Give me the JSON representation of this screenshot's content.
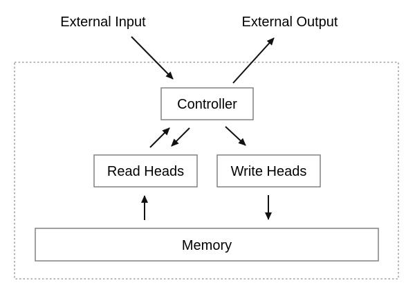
{
  "diagram": {
    "labels": {
      "external_input": "External Input",
      "external_output": "External Output"
    },
    "nodes": {
      "controller": {
        "label": "Controller"
      },
      "read_heads": {
        "label": "Read Heads"
      },
      "write_heads": {
        "label": "Write Heads"
      },
      "memory": {
        "label": "Memory"
      }
    },
    "edges": [
      {
        "from": "external-input",
        "to": "controller",
        "type": "arrow"
      },
      {
        "from": "controller",
        "to": "external-output",
        "type": "arrow"
      },
      {
        "from": "read-heads",
        "to": "controller",
        "type": "arrow"
      },
      {
        "from": "controller",
        "to": "read-heads",
        "type": "arrow"
      },
      {
        "from": "controller",
        "to": "write-heads",
        "type": "arrow"
      },
      {
        "from": "memory",
        "to": "read-heads",
        "type": "arrow"
      },
      {
        "from": "write-heads",
        "to": "memory",
        "type": "arrow"
      }
    ],
    "colors": {
      "background": "#ffffff",
      "box_border": "#808080",
      "dashed_border": "#8c8c8c",
      "arrow": "#111111",
      "text": "#000000"
    }
  }
}
